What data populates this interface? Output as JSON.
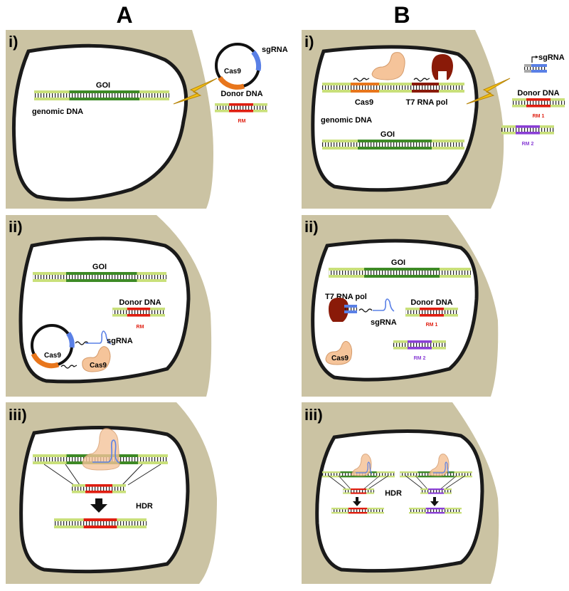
{
  "columns": {
    "a": "A",
    "b": "B"
  },
  "roman": {
    "i": "i)",
    "ii": "ii)",
    "iii": "iii)"
  },
  "labels": {
    "goi": "GOI",
    "genomic_dna": "genomic DNA",
    "sgrna": "sgRNA",
    "cas9": "Cas9",
    "donor_dna": "Donor DNA",
    "rm": "RM",
    "rm1": "RM 1",
    "rm2": "RM 2",
    "t7_rna_pol": "T7 RNA pol",
    "hdr": "HDR"
  },
  "colors": {
    "cell_bg": "#cbc3a3",
    "membrane": "#1a1a1a",
    "dna_light": "#c9e07a",
    "dna_dark": "#3d8a25",
    "rm_red": "#e01e10",
    "rm2_purple": "#8a3fd6",
    "cas9_orange": "#e8761c",
    "cas9_protein": "#f5c49a",
    "t7_red": "#8a1a08",
    "sgrna_blue": "#5a80e6",
    "bolt_yellow": "#f3c012"
  }
}
